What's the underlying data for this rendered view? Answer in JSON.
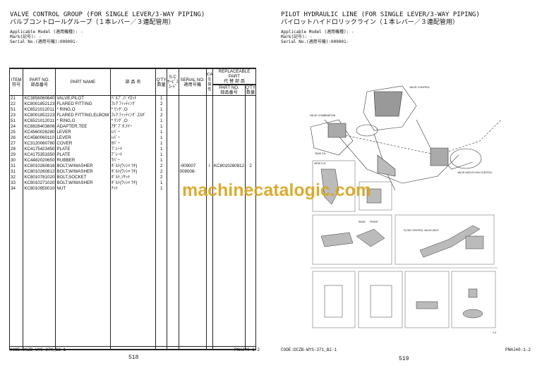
{
  "left_page": {
    "title_en": "VALVE CONTROL GROUP (FOR SINGLE LEVER/3-WAY PIPING)",
    "title_jp": "バルブコントロールグループ（１本レバー／３連配管用）",
    "applicable_model": "Applicable Model (適用機種): -",
    "mark": "Mark(記号): -",
    "serial": "Serial No.(適用号機):009001-",
    "headers": {
      "item": "ITEM",
      "item_jp": "符号",
      "part_no": "PART NO.",
      "part_no_jp": "部品番号",
      "part_name": "PART NAME",
      "name_jp": "部 品 名",
      "qty": "Q'TY",
      "qty_jp": "数量",
      "sc": "S.C",
      "sc_jp": "ｻｰﾋﾞｽｺｰﾄﾞ",
      "serial": "SERIAL NO.",
      "serial_jp": "適用号機",
      "ica": "ICA",
      "ica_jp": "互換性",
      "repl": "REPLACEABLE PART",
      "repl_jp": "代 替 部 品",
      "repl_part": "PART NO.",
      "repl_part_jp": "部品番号",
      "repl_qty": "Q'TY",
      "repl_qty_jp": "数量"
    },
    "rows": [
      {
        "item": "21",
        "part_no": "KC3856060640",
        "name": "VALVE,PILOT",
        "name_jp": "ﾊﾞﾙﾌﾞ,ﾊﾟｲﾛｯﾄ",
        "qty": "1",
        "serial": "",
        "ica": "",
        "repl": ""
      },
      {
        "item": "22",
        "part_no": "KC8001852123",
        "name": "FLARED FITTING",
        "name_jp": "ﾌﾚｱ ﾌｨｯﾃｨﾝｸﾞ",
        "qty": "2",
        "serial": "",
        "ica": "",
        "repl": ""
      },
      {
        "item": "51",
        "part_no": "KC6521012011",
        "name": "* RING,O",
        "name_jp": "* ﾘﾝｸﾞ,O",
        "qty": "1",
        "serial": "",
        "ica": "",
        "repl": ""
      },
      {
        "item": "23",
        "part_no": "KC8001852223",
        "name": "FLARED FITTING,ELBOW",
        "name_jp": "ﾌﾚｱ ﾌｨｯﾃｨﾝｸﾞ,ｴﾙﾎﾞ",
        "qty": "2",
        "serial": "",
        "ica": "",
        "repl": ""
      },
      {
        "item": "51",
        "part_no": "KC6521012011",
        "name": "* RING,O",
        "name_jp": "* ﾘﾝｸﾞ,O",
        "qty": "1",
        "serial": "",
        "ica": "",
        "repl": ""
      },
      {
        "item": "24",
        "part_no": "KC8828403806",
        "name": "ADAPTER,TEE",
        "name_jp": "ｱﾀﾞﾌﾟﾀ,ﾃｲｰ",
        "qty": "1",
        "serial": "",
        "ica": "",
        "repl": ""
      },
      {
        "item": "25",
        "part_no": "KC4560026280",
        "name": "LEVER",
        "name_jp": "ﾚﾊﾞｰ",
        "qty": "1",
        "serial": "",
        "ica": "",
        "repl": ""
      },
      {
        "item": "26",
        "part_no": "KC4560060110",
        "name": "LEVER",
        "name_jp": "ﾚﾊﾞｰ",
        "qty": "1",
        "serial": "",
        "ica": "",
        "repl": ""
      },
      {
        "item": "27",
        "part_no": "KC3120060780",
        "name": "COVER",
        "name_jp": "ｶﾊﾞｰ",
        "qty": "1",
        "serial": "",
        "ica": "",
        "repl": ""
      },
      {
        "item": "28",
        "part_no": "KC4175423450",
        "name": "PLATE",
        "name_jp": "ﾌﾟﾚｰﾄ",
        "qty": "1",
        "serial": "",
        "ica": "",
        "repl": ""
      },
      {
        "item": "29",
        "part_no": "KC4175353350",
        "name": "PLATE",
        "name_jp": "ﾌﾟﾚｰﾄ",
        "qty": "1",
        "serial": "",
        "ica": "",
        "repl": ""
      },
      {
        "item": "30",
        "part_no": "KC4482020650",
        "name": "RUBBER",
        "name_jp": "ﾗﾊﾞｰ",
        "qty": "1",
        "serial": "",
        "ica": "",
        "repl": ""
      },
      {
        "item": "31",
        "part_no": "KC8010260816",
        "name": "BOLT,W/WASHER",
        "name_jp": "ﾎﾞﾙﾄ(ﾜｯｼｬ ﾂｷ)",
        "qty": "2",
        "serial": "-009007",
        "ica": "I",
        "repl": "KC8010260812",
        "repl_qty": "2"
      },
      {
        "item": "31",
        "part_no": "KC8010260812",
        "name": "BOLT,W/WASHER",
        "name_jp": "ﾎﾞﾙﾄ(ﾜｯｼｬ ﾂｷ)",
        "qty": "2",
        "serial": "009008-",
        "ica": "",
        "repl": ""
      },
      {
        "item": "32",
        "part_no": "KC8010781020",
        "name": "BOLT,SOCKET",
        "name_jp": "ﾎﾞﾙﾄ,ｿｹｯﾄ",
        "qty": "2",
        "serial": "",
        "ica": "",
        "repl": ""
      },
      {
        "item": "33",
        "part_no": "KC8010271020",
        "name": "BOLT,W/WASHER",
        "name_jp": "ﾎﾞﾙﾄ(ﾜｯｼｬ ﾂｷ)",
        "qty": "1",
        "serial": "",
        "ica": "",
        "repl": ""
      },
      {
        "item": "34",
        "part_no": "KC8010950010",
        "name": "NUT",
        "name_jp": "ﾅｯﾄ",
        "qty": "1",
        "serial": "",
        "ica": "",
        "repl": ""
      }
    ],
    "code": "CODE:DCZB-WYS-370_B2-1",
    "page_number": "518",
    "doc_ref": "PNHJ40-1-2"
  },
  "right_page": {
    "title_en": "PILOT HYDRAULIC LINE (FOR SINGLE LEVER/3-WAY PIPING)",
    "title_jp": "パイロットハイドロリックライン（１本レバー／３連配管用）",
    "applicable_model": "Applicable Model (適用機種): -",
    "mark": "Mark(記号): -",
    "serial": "Serial No.(適用号機):009001-",
    "diagram_labels": {
      "valve_control": "VALVE CONTROL",
      "valve_combination": "VALVE COMBINATION",
      "tank_oil": "TANK OIL",
      "flow_control": "VALVE ASSY,FLOW CONTROL",
      "view_g": "VIEW G-G",
      "rear": "REAR",
      "front": "FRONT",
      "flow_valve": "FLOW CONTROL VALVE ASSY",
      "fig": "1-4"
    },
    "code": "CODE:DCZB-WYS-371_B2-1",
    "page_number": "519",
    "doc_ref": "PNHJ40-1-2"
  },
  "watermark": "machinecatalogic.com",
  "colors": {
    "watermark": "#d9a521"
  }
}
